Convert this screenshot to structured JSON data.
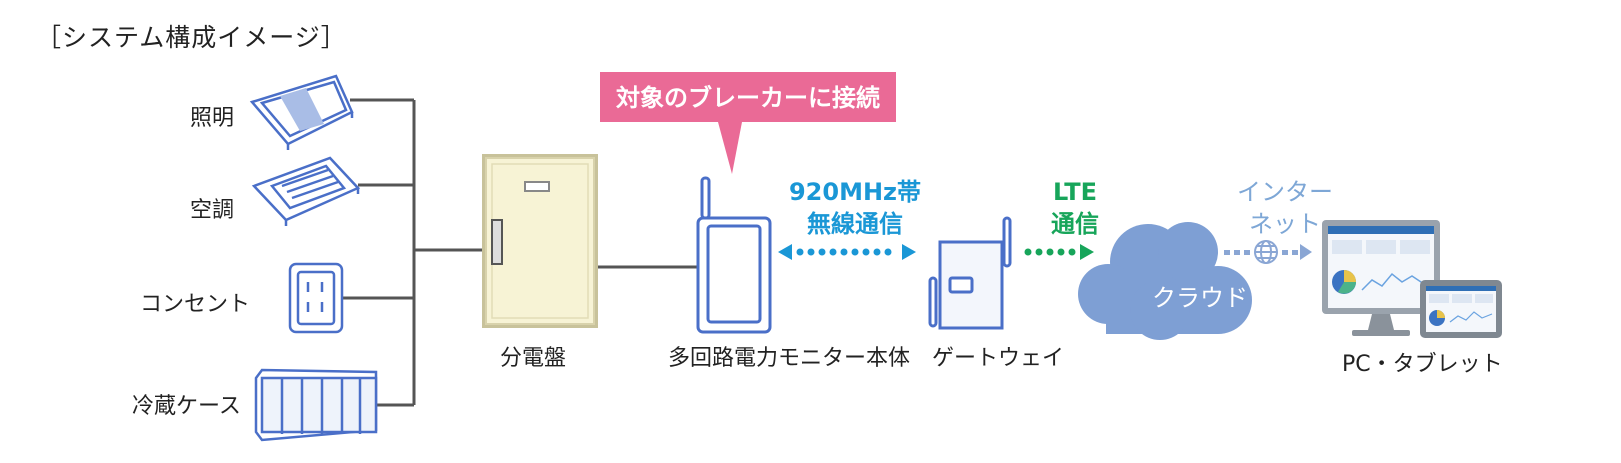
{
  "title": "［システム構成イメージ］",
  "appliances": {
    "lighting": "照明",
    "aircon": "空調",
    "outlet": "コンセント",
    "fridge": "冷蔵ケース"
  },
  "panel_label": "分電盤",
  "callout": "対象のブレーカーに接続",
  "monitor_label": "多回路電力モニター本体",
  "wireless": {
    "line1": "920MHz帯",
    "line2": "無線通信"
  },
  "lte": {
    "line1": "LTE",
    "line2": "通信"
  },
  "gateway_label": "ゲートウェイ",
  "internet": {
    "line1": "インター",
    "line2": "ネット"
  },
  "cloud_label": "クラウド",
  "devices_label": "PC・タブレット",
  "colors": {
    "wire": "#555555",
    "panel_fill": "#f7f3d5",
    "panel_border": "#c8c29a",
    "device_blue": "#4a6fc8",
    "callout_pink": "#ea6a96",
    "arrow_blue": "#1a97d6",
    "arrow_green": "#17a55a",
    "arrow_light": "#8aa6d4",
    "cloud": "#7e9fd4"
  }
}
